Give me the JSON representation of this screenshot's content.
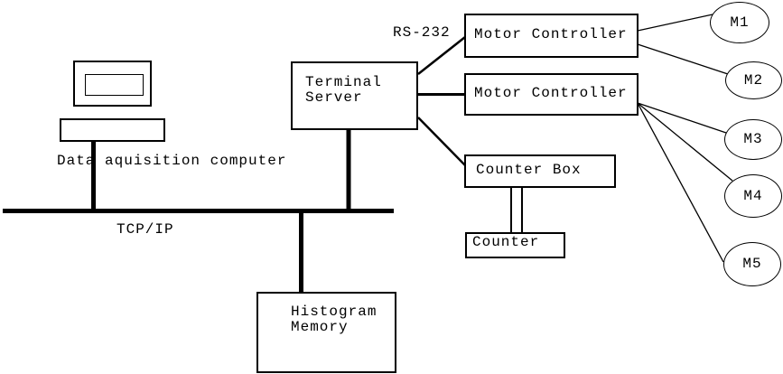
{
  "diagram": {
    "labels": {
      "rs232": "RS-232",
      "tcpip": "TCP/IP",
      "data_acquisition": "Data aquisition computer"
    },
    "nodes": {
      "terminal_server": {
        "line1": "Terminal",
        "line2": "Server"
      },
      "motor_controller_1": {
        "label": "Motor Controller"
      },
      "motor_controller_2": {
        "label": "Motor Controller"
      },
      "counter_box": {
        "label": "Counter Box"
      },
      "counter": {
        "label": "Counter"
      },
      "histogram_memory": {
        "line1": "Histogram",
        "line2": "Memory"
      },
      "motors": [
        "M1",
        "M2",
        "M3",
        "M4",
        "M5"
      ]
    },
    "edges": [
      {
        "from": "data-aquisition-computer",
        "to": "tcp-ip-bus"
      },
      {
        "from": "terminal-server",
        "to": "tcp-ip-bus"
      },
      {
        "from": "tcp-ip-bus",
        "to": "histogram-memory"
      },
      {
        "from": "terminal-server",
        "to": "motor-controller-1",
        "label": "RS-232"
      },
      {
        "from": "terminal-server",
        "to": "motor-controller-2"
      },
      {
        "from": "terminal-server",
        "to": "counter-box"
      },
      {
        "from": "motor-controller-1",
        "to": "M1"
      },
      {
        "from": "motor-controller-1",
        "to": "M2"
      },
      {
        "from": "motor-controller-2",
        "to": "M3"
      },
      {
        "from": "motor-controller-2",
        "to": "M4"
      },
      {
        "from": "motor-controller-2",
        "to": "M5"
      },
      {
        "from": "counter-box",
        "to": "counter"
      }
    ],
    "colors": {
      "line": "#000000",
      "background": "#ffffff"
    }
  }
}
